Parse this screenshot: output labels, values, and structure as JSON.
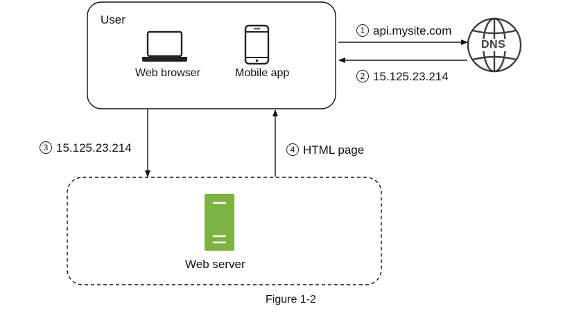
{
  "user_box": {
    "title": "User"
  },
  "clients": {
    "web_browser": "Web browser",
    "mobile_app": "Mobile app"
  },
  "dns": {
    "label": "DNS"
  },
  "steps": [
    {
      "number": "1",
      "text": "api.mysite.com"
    },
    {
      "number": "2",
      "text": "15.125.23.214"
    },
    {
      "number": "3",
      "text": "15.125.23.214"
    },
    {
      "number": "4",
      "text": "HTML page"
    }
  ],
  "server_box": {
    "label": "Web server"
  },
  "caption": "Figure 1-2",
  "colors": {
    "server_green": "#7cb342",
    "line": "#111111"
  },
  "icons": [
    "laptop-icon",
    "smartphone-icon",
    "globe-icon",
    "server-icon"
  ]
}
